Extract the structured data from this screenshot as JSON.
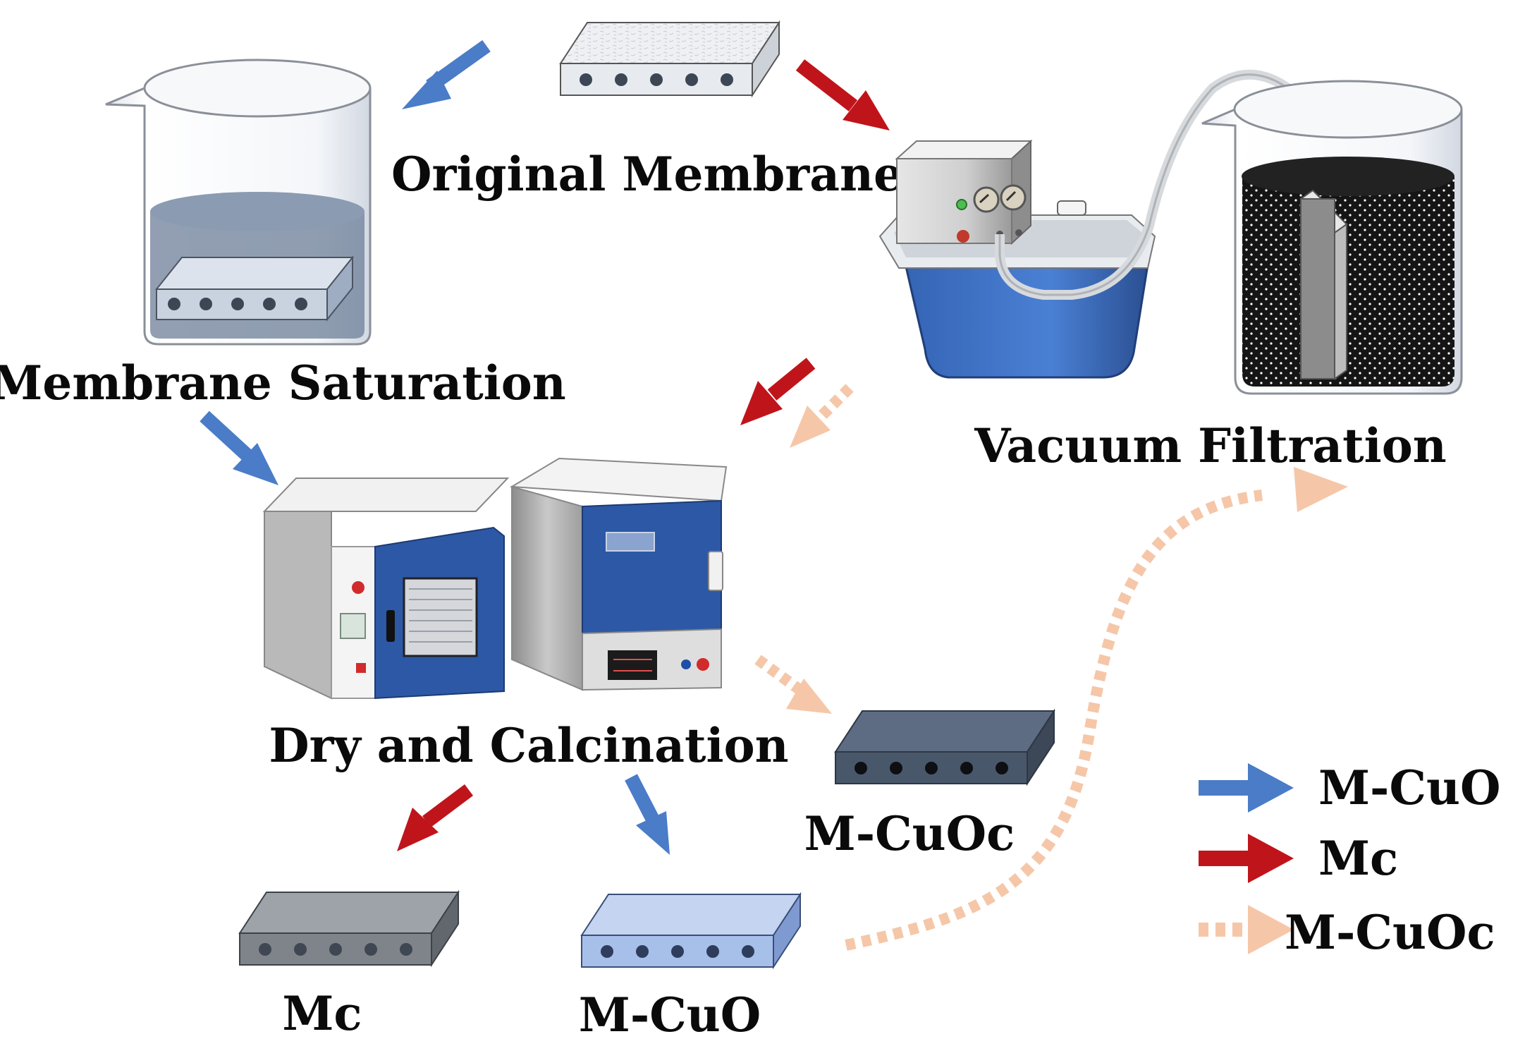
{
  "labels": {
    "original_membrane": "Original Membrane",
    "membrane_saturation": "Membrane Saturation",
    "vacuum_filtration": "Vacuum Filtration",
    "dry_and_calcination": "Dry and Calcination",
    "mc": "Mc",
    "m_cuo": "M-CuO",
    "m_cuoc": "M-CuOc"
  },
  "legend": [
    {
      "style": "solid",
      "color": "#4a7cc8",
      "label": "M-CuO"
    },
    {
      "style": "solid",
      "color": "#c0141b",
      "label": "Mc"
    },
    {
      "style": "dotted",
      "color": "#f5c7a8",
      "label": "M-CuOc"
    }
  ],
  "colors": {
    "route_m_cuo": "#4a7cc8",
    "route_mc": "#c0141b",
    "route_m_cuoc": "#f5c7a8",
    "membrane_original": "#e4e8ee",
    "membrane_saturated": "#b6c3d8",
    "membrane_mc": "#7f848a",
    "membrane_m_cuo": "#a7c0ea",
    "membrane_m_cuoc": "#49576b",
    "pump_body": "#3d6ec2",
    "oven_door": "#2d58a6",
    "dispersion": "#161616"
  },
  "icons": [
    "beaker-icon",
    "membrane-icon",
    "vacuum-pump-icon",
    "drying-oven-icon",
    "muffle-furnace-icon"
  ]
}
